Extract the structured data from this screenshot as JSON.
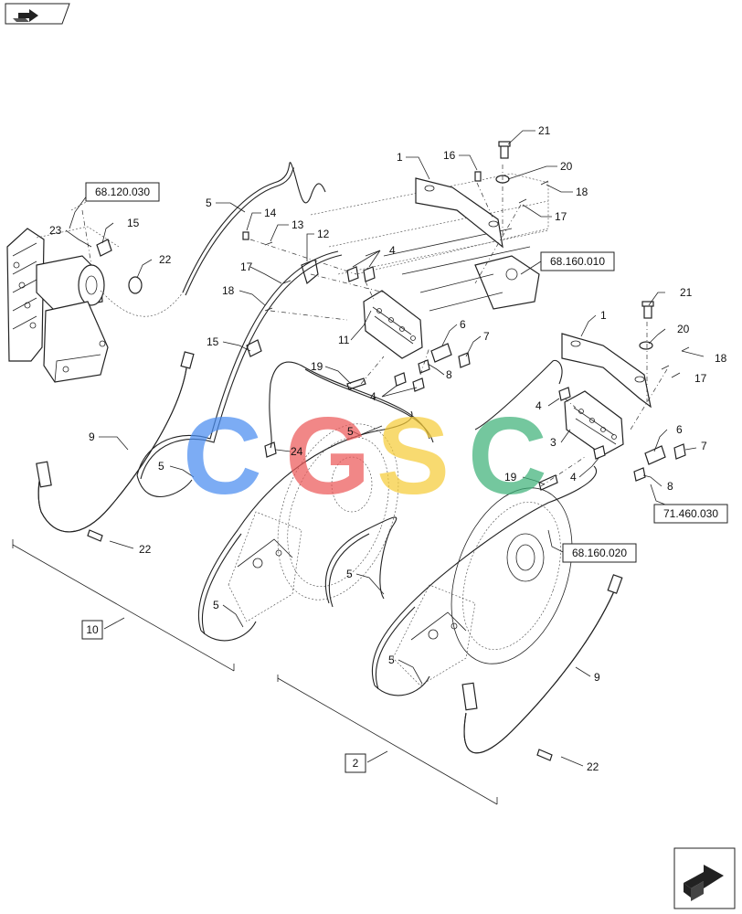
{
  "header": {
    "nav_icon": "arrow-right-icon"
  },
  "footer": {
    "nav_icon": "next-page-arrow-icon"
  },
  "references": [
    {
      "id": "ref-68120030",
      "text": "68.120.030"
    },
    {
      "id": "ref-68160010",
      "text": "68.160.010"
    },
    {
      "id": "ref-71460030",
      "text": "71.460.030"
    },
    {
      "id": "ref-68160020",
      "text": "68.160.020"
    }
  ],
  "assemblies": [
    {
      "id": "asm-10",
      "text": "10"
    },
    {
      "id": "asm-2",
      "text": "2"
    }
  ],
  "callouts": [
    {
      "text": "1"
    },
    {
      "text": "16"
    },
    {
      "text": "21"
    },
    {
      "text": "20"
    },
    {
      "text": "18"
    },
    {
      "text": "17"
    },
    {
      "text": "5"
    },
    {
      "text": "14"
    },
    {
      "text": "13"
    },
    {
      "text": "12"
    },
    {
      "text": "4"
    },
    {
      "text": "23"
    },
    {
      "text": "15"
    },
    {
      "text": "22"
    },
    {
      "text": "17"
    },
    {
      "text": "18"
    },
    {
      "text": "11"
    },
    {
      "text": "6"
    },
    {
      "text": "7"
    },
    {
      "text": "19"
    },
    {
      "text": "8"
    },
    {
      "text": "4"
    },
    {
      "text": "15"
    },
    {
      "text": "1"
    },
    {
      "text": "21"
    },
    {
      "text": "20"
    },
    {
      "text": "18"
    },
    {
      "text": "17"
    },
    {
      "text": "4"
    },
    {
      "text": "3"
    },
    {
      "text": "6"
    },
    {
      "text": "7"
    },
    {
      "text": "8"
    },
    {
      "text": "4"
    },
    {
      "text": "19"
    },
    {
      "text": "9"
    },
    {
      "text": "5"
    },
    {
      "text": "24"
    },
    {
      "text": "5"
    },
    {
      "text": "22"
    },
    {
      "text": "5"
    },
    {
      "text": "5"
    },
    {
      "text": "5"
    },
    {
      "text": "9"
    },
    {
      "text": "22"
    }
  ],
  "watermark": {
    "letters": [
      "C",
      "G",
      "S",
      "C"
    ],
    "colors": [
      "#4a8df0",
      "#ec5a5a",
      "#f6cc3a",
      "#3fb27a"
    ]
  }
}
